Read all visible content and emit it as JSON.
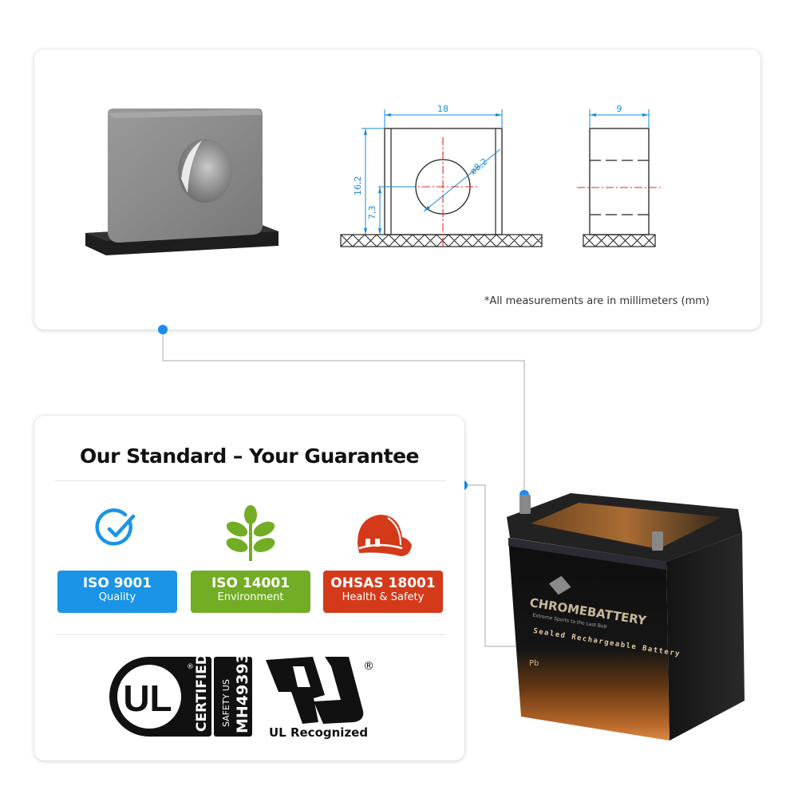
{
  "dimensions_panel": {
    "note": "*All measurements are in millimeters (mm)",
    "front_view": {
      "width_label": "18",
      "height_label": "16,2",
      "center_height_label": "7,3",
      "hole_diameter_label": "ø8,2"
    },
    "side_view": {
      "depth_label": "9"
    }
  },
  "guarantee_panel": {
    "title": "Our Standard – Your Guarantee",
    "certifications": [
      {
        "icon": "checkmark-circle-icon",
        "title": "ISO 9001",
        "subtitle": "Quality",
        "color": "#1a94e6"
      },
      {
        "icon": "leaf-plant-icon",
        "title": "ISO 14001",
        "subtitle": "Environment",
        "color": "#72ad25"
      },
      {
        "icon": "hard-hat-icon",
        "title": "OHSAS 18001",
        "subtitle": "Health & Safety",
        "color": "#d43a1a"
      }
    ],
    "ul_certified": {
      "mark": "UL",
      "certified_label": "CERTIFIED",
      "safety_label": "SAFETY US",
      "code": "MH49393",
      "registered": "®"
    },
    "ul_recognized": {
      "label": "UL Recognized",
      "registered": "®"
    }
  },
  "battery": {
    "brand": "CHROMEBATTERY",
    "tagline": "Extreme Sports to the Last Bolt",
    "label": "Sealed Rechargeable Battery",
    "pb_mark": "Pb"
  },
  "colors": {
    "connector_dot": "#1a8cf0",
    "connector_line": "#a8a8a8",
    "dimension_line": "#1a8ad4",
    "center_line": "#e0282a"
  }
}
